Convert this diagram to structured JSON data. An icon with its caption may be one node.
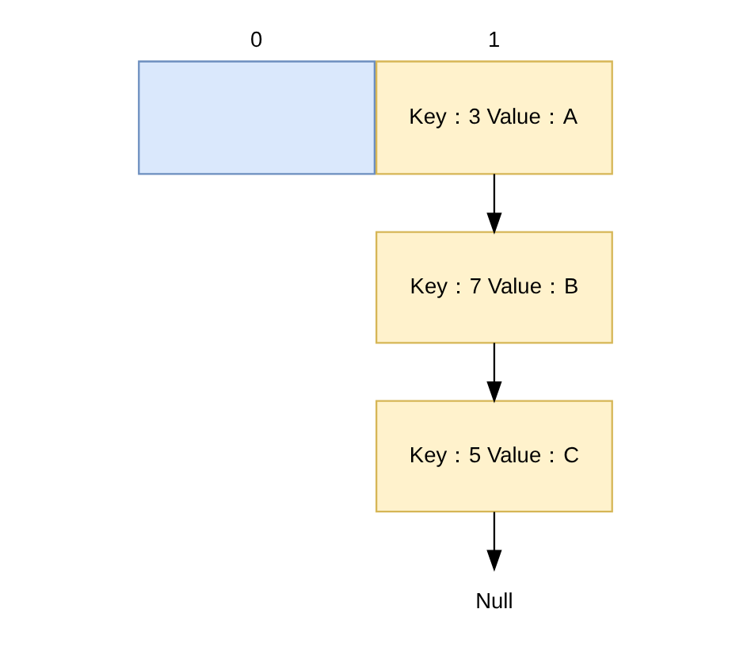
{
  "diagram": {
    "nodes": [
      {
        "text": [
          "0"
        ]
      },
      {
        "text": [
          "1",
          "Key：3 Value：A"
        ]
      },
      {
        "text": [
          "Key：7 Value：B"
        ]
      },
      {
        "text": [
          "Key：5 Value：C"
        ]
      },
      {
        "text": [
          "Null"
        ]
      }
    ],
    "edges": [
      {
        "from": 1,
        "to": 2,
        "arrow": "to"
      },
      {
        "from": 2,
        "to": 3,
        "arrow": "to"
      },
      {
        "from": 3,
        "to": 4,
        "arrow": "to"
      }
    ]
  }
}
